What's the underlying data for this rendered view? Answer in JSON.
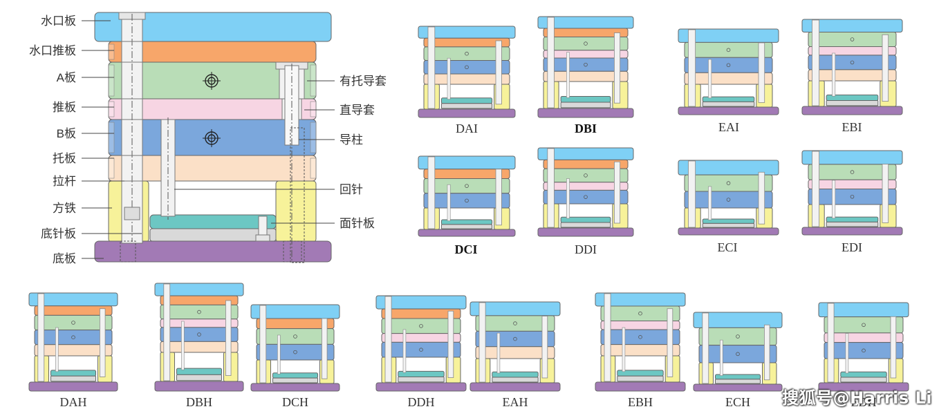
{
  "colors": {
    "sprue_plate": "#7fd0f5",
    "runner_stripper": "#f7a66a",
    "a_plate": "#b9ddb7",
    "stripper": "#f7d5e3",
    "b_plate": "#7ba7dc",
    "support": "#fbe0c7",
    "spacer": "#f7f29a",
    "ejector_retainer": "#6cc7c3",
    "ejector_base": "#d9d9d9",
    "clamp": "#a27ab5",
    "steel": "#f2f2f2",
    "outline": "#666666"
  },
  "main_diagram": {
    "left_labels": [
      "水口板",
      "水口推板",
      "A板",
      "推板",
      "B板",
      "托板",
      "拉杆",
      "方铁",
      "底针板",
      "底板"
    ],
    "right_labels": [
      "有托导套",
      "直导套",
      "导柱",
      "回针",
      "面针板"
    ]
  },
  "variants": [
    {
      "caption": "DAI",
      "bold": false
    },
    {
      "caption": "DBI",
      "bold": true
    },
    {
      "caption": "EAI",
      "bold": false
    },
    {
      "caption": "EBI",
      "bold": false
    },
    {
      "caption": "DCI",
      "bold": true
    },
    {
      "caption": "DDI",
      "bold": false
    },
    {
      "caption": "ECI",
      "bold": false
    },
    {
      "caption": "EDI",
      "bold": false
    },
    {
      "caption": "DAH",
      "bold": false
    },
    {
      "caption": "DBH",
      "bold": false
    },
    {
      "caption": "DCH",
      "bold": false
    },
    {
      "caption": "DDH",
      "bold": false
    },
    {
      "caption": "EAH",
      "bold": false
    },
    {
      "caption": "EBH",
      "bold": false
    },
    {
      "caption": "ECH",
      "bold": false
    },
    {
      "caption": "EDH",
      "bold": false
    }
  ],
  "watermark": "搜狐号@Harris Li"
}
